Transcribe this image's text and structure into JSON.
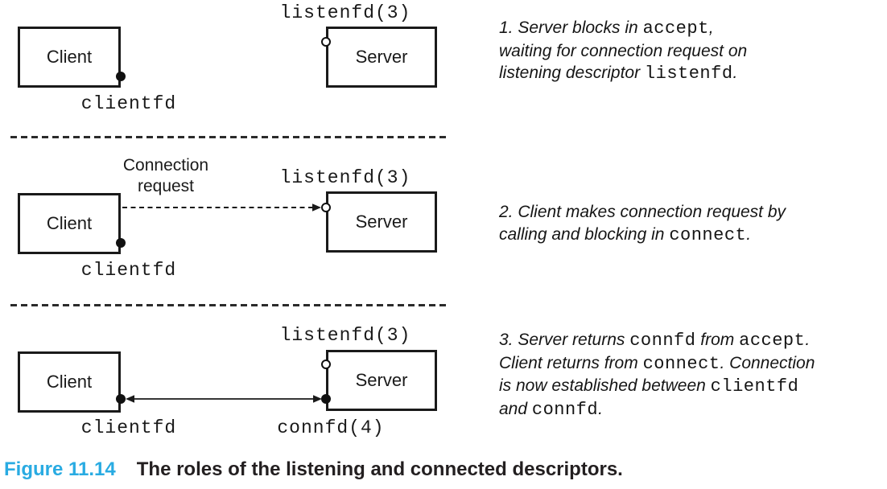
{
  "caption": {
    "label": "Figure 11.14",
    "text": "The roles of the listening and connected descriptors.",
    "accent_color": "#29abe2"
  },
  "panels": [
    {
      "client_label": "Client",
      "server_label": "Server",
      "clientfd_label": "clientfd",
      "listenfd_label": "listenfd(3)"
    },
    {
      "client_label": "Client",
      "server_label": "Server",
      "clientfd_label": "clientfd",
      "listenfd_label": "listenfd(3)",
      "arrow_label_line1": "Connection",
      "arrow_label_line2": "request"
    },
    {
      "client_label": "Client",
      "server_label": "Server",
      "clientfd_label": "clientfd",
      "listenfd_label": "listenfd(3)",
      "connfd_label": "connfd(4)"
    }
  ],
  "annotations": [
    {
      "segments": [
        {
          "t": "1. Server blocks in ",
          "s": "i"
        },
        {
          "t": "accept",
          "s": "m"
        },
        {
          "t": ",\nwaiting for connection request on\nlistening descriptor ",
          "s": "i"
        },
        {
          "t": "listenfd",
          "s": "m"
        },
        {
          "t": ".",
          "s": "i"
        }
      ]
    },
    {
      "segments": [
        {
          "t": "2. Client makes connection request by\ncalling and blocking in ",
          "s": "i"
        },
        {
          "t": "connect",
          "s": "m"
        },
        {
          "t": ".",
          "s": "i"
        }
      ]
    },
    {
      "segments": [
        {
          "t": "3. Server returns ",
          "s": "i"
        },
        {
          "t": "connfd",
          "s": "m"
        },
        {
          "t": " from ",
          "s": "i"
        },
        {
          "t": "accept",
          "s": "m"
        },
        {
          "t": ".\nClient returns from ",
          "s": "i"
        },
        {
          "t": "connect",
          "s": "m"
        },
        {
          "t": ". Connection\nis now established between ",
          "s": "i"
        },
        {
          "t": "clientfd",
          "s": "m"
        },
        {
          "t": "\nand ",
          "s": "i"
        },
        {
          "t": "connfd",
          "s": "m"
        },
        {
          "t": ".",
          "s": "i"
        }
      ]
    }
  ]
}
